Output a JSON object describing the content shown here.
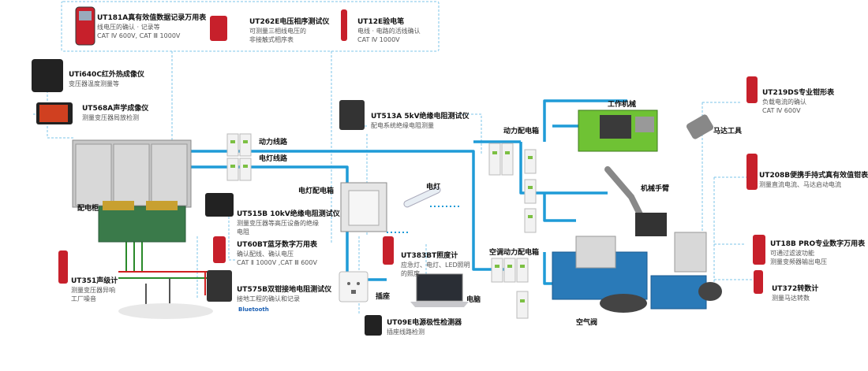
{
  "top_box": {
    "items": [
      {
        "title": "UT181A真有效值数据记录万用表",
        "lines": [
          "线电压的确认 · 记录等",
          "CAT Ⅳ 600V, CAT Ⅲ 1000V"
        ]
      },
      {
        "title": "UT262E电压相序测试仪",
        "lines": [
          "可测量三相线电压的",
          "非接触式相序表"
        ]
      },
      {
        "title": "UT12E验电笔",
        "lines": [
          "电线 · 电路的活线确认",
          "CAT Ⅳ 1000V"
        ]
      }
    ]
  },
  "left": [
    {
      "title": "UTi640C红外热成像仪",
      "lines": [
        "变压器温度测量等"
      ]
    },
    {
      "title": "UT568A声学成像仪",
      "lines": [
        "测量变压器局放检测"
      ]
    },
    {
      "title": "UT351声级计",
      "lines": [
        "测量变压器异响",
        "工厂噪音"
      ]
    }
  ],
  "center": [
    {
      "title": "UT513A 5kV绝缘电阻测试仪",
      "lines": [
        "配电系统绝缘电阻测量"
      ]
    },
    {
      "title": "UT515B 10kV绝缘电阻测试仪",
      "lines": [
        "测量变压器等高压设备的绝缘",
        "电阻"
      ]
    },
    {
      "title": "UT60BT蓝牙数字万用表",
      "lines": [
        "确认配线、确认电压",
        "CAT Ⅱ 1000V ,CAT Ⅲ 600V"
      ]
    },
    {
      "title": "UT575B双钳接地电阻测试仪",
      "lines": [
        "接地工程的确认和记录"
      ]
    },
    {
      "title": "UT383BT照度计",
      "lines": [
        "应急灯、电灯、LED照明",
        "的照度"
      ]
    },
    {
      "title": "UT09E电源极性检测器",
      "lines": [
        "插座线路检测"
      ]
    }
  ],
  "right": [
    {
      "title": "UT219DS专业钳形表",
      "lines": [
        "负载电流的确认",
        "CAT Ⅳ 600V"
      ]
    },
    {
      "title": "UT208B便携手持式真有效值钳表",
      "lines": [
        "测量直流电流、马达启动电流"
      ]
    },
    {
      "title": "UT18B PRO专业数字万用表",
      "lines": [
        "可通过滤波功能",
        "测量变频器输出电压"
      ]
    },
    {
      "title": "UT372转数计",
      "lines": [
        "测量马达转数"
      ]
    }
  ],
  "labels": {
    "power_line": "动力线路",
    "light_line": "电灯线路",
    "distribution": "配电柜",
    "light_box": "电灯配电箱",
    "lamp": "电灯",
    "socket": "插座",
    "computer": "电脑",
    "power_box": "动力配电箱",
    "ac_box": "空调动力配电箱",
    "machine": "工作机械",
    "motor": "马达工具",
    "robot": "机械手臂",
    "ac": "空气阀",
    "bluetooth": "Bluetooth"
  },
  "colors": {
    "line_blue": "#1f9bd7",
    "dash": "#7ec6ea",
    "device_red": "#c7202b"
  }
}
